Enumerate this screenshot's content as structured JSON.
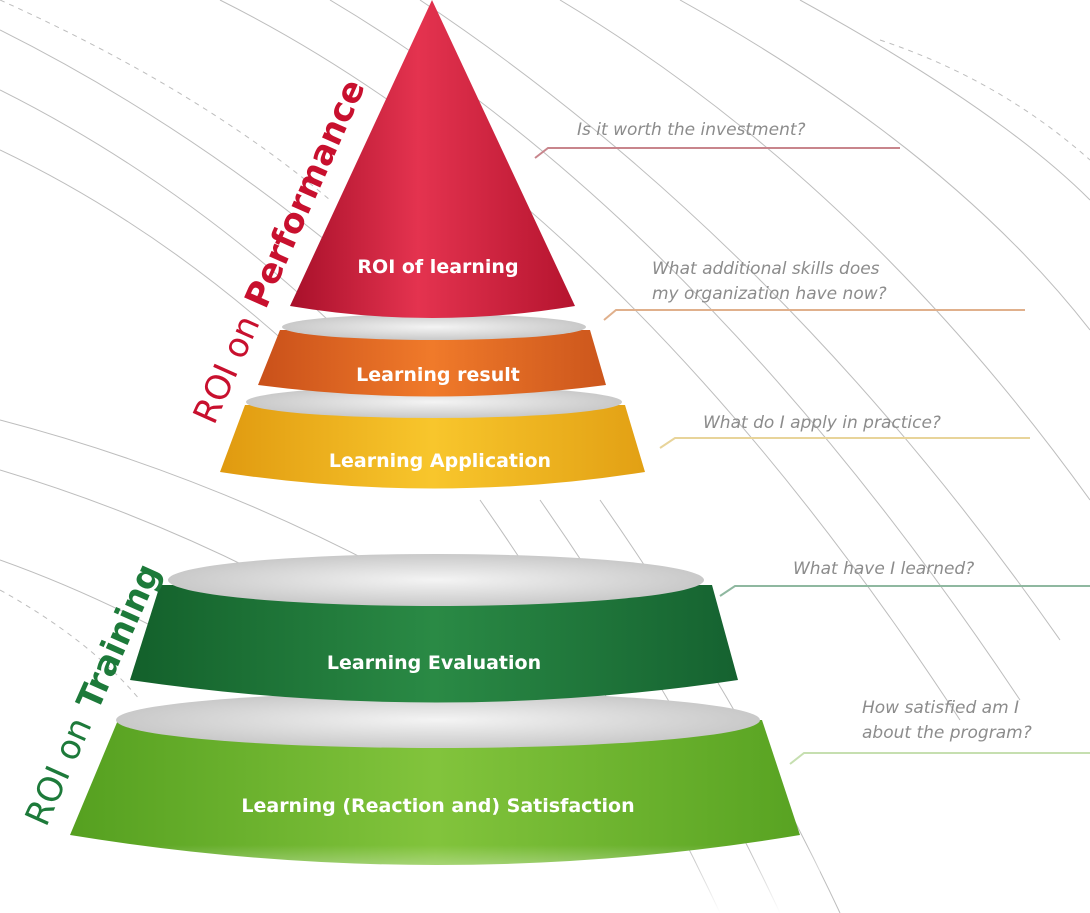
{
  "side_labels": {
    "performance": {
      "prefix": "ROI on",
      "emphasis": "Performance",
      "color": "#c8102e"
    },
    "training": {
      "prefix": "ROI on",
      "emphasis": "Training",
      "color": "#1d7a3a"
    }
  },
  "tiers": [
    {
      "label": "ROI of learning",
      "color": "#d01f3c"
    },
    {
      "label": "Learning result",
      "color": "#e86a1c"
    },
    {
      "label": "Learning Application",
      "color": "#f2b81a"
    },
    {
      "label": "Learning Evaluation",
      "color": "#1d7a3a"
    },
    {
      "label": "Learning (Reaction and) Satisfaction",
      "color": "#6db52c"
    }
  ],
  "questions": [
    {
      "lines": [
        "Is it worth the investment?"
      ]
    },
    {
      "lines": [
        "What additional skills does",
        "my organization have now?"
      ]
    },
    {
      "lines": [
        "What do I apply in practice?"
      ]
    },
    {
      "lines": [
        "What have I learned?"
      ]
    },
    {
      "lines": [
        "How satisfied am I",
        "about the program?"
      ]
    }
  ]
}
